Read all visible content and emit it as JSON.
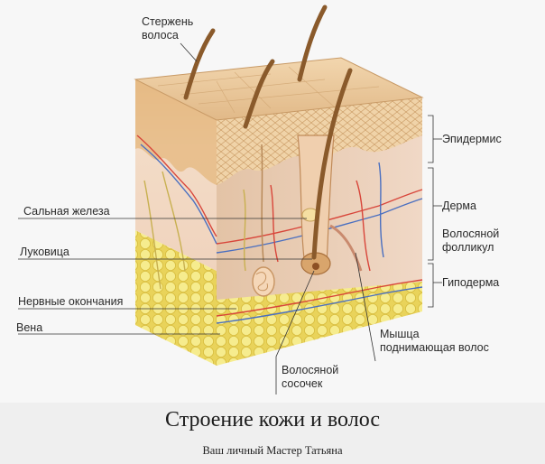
{
  "labels": {
    "hair_shaft": "Стержень\nволоса",
    "epidermis": "Эпидермис",
    "sebaceous_gland": "Сальная железа",
    "dermis": "Дерма",
    "follicle": "Волосяной\nфолликул",
    "bulb": "Луковица",
    "hypodermis": "Гиподерма",
    "nerve_endings": "Нервные окончания",
    "vein": "Вена",
    "muscle": "Мышца\nподнимающая волос",
    "papilla": "Волосяной\nсосочек"
  },
  "caption": {
    "title": "Строение кожи и волос",
    "subtitle": "Ваш личный Мастер Татьяна"
  },
  "colors": {
    "epidermis": "#e8c79a",
    "dermis": "#f1d9c4",
    "hypodermis_fat": "#efe37a",
    "artery": "#d8453a",
    "vein": "#4a6fc0",
    "hair": "#8a5a2b"
  }
}
